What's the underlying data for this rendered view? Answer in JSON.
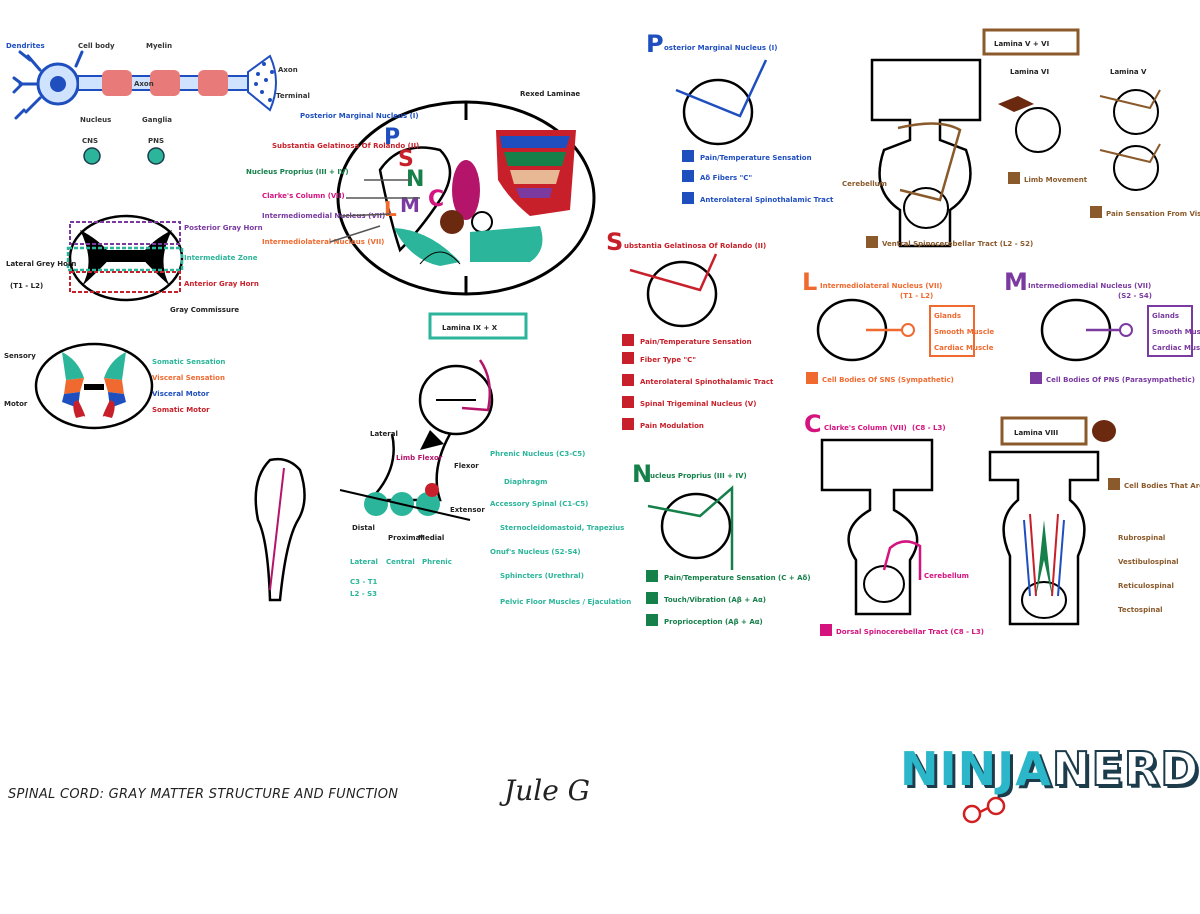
{
  "footer": {
    "title": "SPINAL CORD: GRAY MATTER STRUCTURE AND FUNCTION",
    "signature": "Jule G"
  },
  "logo": {
    "word1": "NINJA",
    "word2": "NERD"
  },
  "colors": {
    "blue": "#1f4fbf",
    "red": "#c8202a",
    "green": "#15804a",
    "teal": "#2bb59a",
    "orange": "#f06a30",
    "purple": "#7a3aa0",
    "magenta": "#d4137f",
    "brown": "#8a5a2b",
    "salmon": "#e87a7a"
  },
  "neuron": {
    "dendrites": "Dendrites",
    "cell_body": "Cell body",
    "myelin": "Myelin",
    "axon": "Axon",
    "axon_terminal": "Axon",
    "terminal": "Terminal",
    "nucleus": "Nucleus",
    "ganglia": "Ganglia",
    "cns": "CNS",
    "pns": "PNS"
  },
  "gray_horn": {
    "posterior": "Posterior Gray Horn",
    "intermediate": "Intermediate Zone",
    "anterior": "Anterior Gray Horn",
    "lateral": "Lateral Grey Horn",
    "lateral_range": "(T1 - L2)",
    "commissure": "Gray Commissure"
  },
  "functional": {
    "sensory": "Sensory",
    "motor": "Motor",
    "items": [
      "Somatic Sensation",
      "Visceral Sensation",
      "Visceral Motor",
      "Somatic Motor"
    ]
  },
  "center": {
    "rexed": "Rexed Laminae",
    "labels": [
      "Posterior Marginal Nucleus (I)",
      "Substantia Gelatinosa Of Rolando (II)",
      "Nucleus Proprius (III + IV)",
      "Clarke's Column (VII)",
      "Intermediomedial Nucleus (VII)",
      "Intermediolateral Nucleus (VII)"
    ],
    "letters": [
      "P",
      "S",
      "N",
      "C",
      "L",
      "M"
    ],
    "lamina_tag": "Lamina IX + X"
  },
  "motor_pools": {
    "lateral": "Lateral",
    "l_flex": "Limb Flexor",
    "distal": "Distal",
    "proximal": "Proximal",
    "medial": "Medial",
    "flexor": "Flexor",
    "extensor": "Extensor",
    "labels_bottom": [
      "Lateral",
      "Central",
      "Phrenic"
    ],
    "ranges": [
      "C3 - T1",
      "L2 - S3"
    ],
    "phrenic": "Phrenic Nucleus (C3-C5)",
    "phrenic_sub": "Diaphragm",
    "accessory": "Accessory Spinal (C1-C5)",
    "accessory_sub": "Sternocleidomastoid, Trapezius",
    "onuf": "Onuf's Nucleus (S2-S4)",
    "onuf_sub1": "Sphincters (Urethral)",
    "onuf_sub2": "Pelvic Floor Muscles / Ejaculation"
  },
  "panel_p": {
    "letter": "P",
    "title": "osterior Marginal Nucleus (I)",
    "items": [
      "Pain/Temperature Sensation",
      "Aδ Fibers \"C\"",
      "Anterolateral Spinothalamic Tract"
    ]
  },
  "panel_s": {
    "letter": "S",
    "title": "ubstantia Gelatinosa Of Rolando (II)",
    "items": [
      "Pain/Temperature Sensation",
      "Fiber Type \"C\"",
      "Anterolateral Spinothalamic Tract",
      "Spinal Trigeminal Nucleus (V)",
      "Pain Modulation"
    ]
  },
  "panel_n": {
    "letter": "N",
    "title": "ucleus Proprius (III + IV)",
    "items": [
      "Pain/Temperature Sensation (C + Aδ)",
      "Touch/Vibration (Aβ + Aα)",
      "Proprioception (Aβ + Aα)"
    ]
  },
  "panel_l": {
    "letter": "L",
    "title": "Intermediolateral Nucleus (VII)",
    "range": "(T1 - L2)",
    "boxes": [
      "Glands",
      "Smooth Muscle",
      "Cardiac Muscle"
    ],
    "caption": "Cell Bodies Of SNS (Sympathetic)"
  },
  "panel_m": {
    "letter": "M",
    "title": "Intermediomedial Nucleus (VII)",
    "range": "(S2 - S4)",
    "boxes": [
      "Glands",
      "Smooth Muscle",
      "Cardiac Muscle"
    ],
    "caption": "Cell Bodies Of PNS (Parasympathetic)"
  },
  "panel_c": {
    "letter": "C",
    "title": "Clarke's Column (VII)",
    "range": "(C8 - L3)",
    "tag": "Cerebellum",
    "caption": "Dorsal Spinocerebellar Tract (C8 - L3)"
  },
  "panel_v_vi": {
    "title": "Lamina V + VI",
    "sub1": "Lamina VI",
    "sub2": "Lamina V",
    "legend1": "Limb Movement",
    "legend2": "Pain Sensation From Viscera",
    "cerebellum": "Cerebellum",
    "caption": "Ventral Spinocerebellar Tract (L2 - S2)"
  },
  "panel_viii": {
    "title": "Lamina VIII",
    "items": [
      "Cell Bodies That Are Synapsed By Descending Tracts",
      "Rubrospinal",
      "Vestibulospinal",
      "Reticulospinal",
      "Tectospinal"
    ]
  }
}
